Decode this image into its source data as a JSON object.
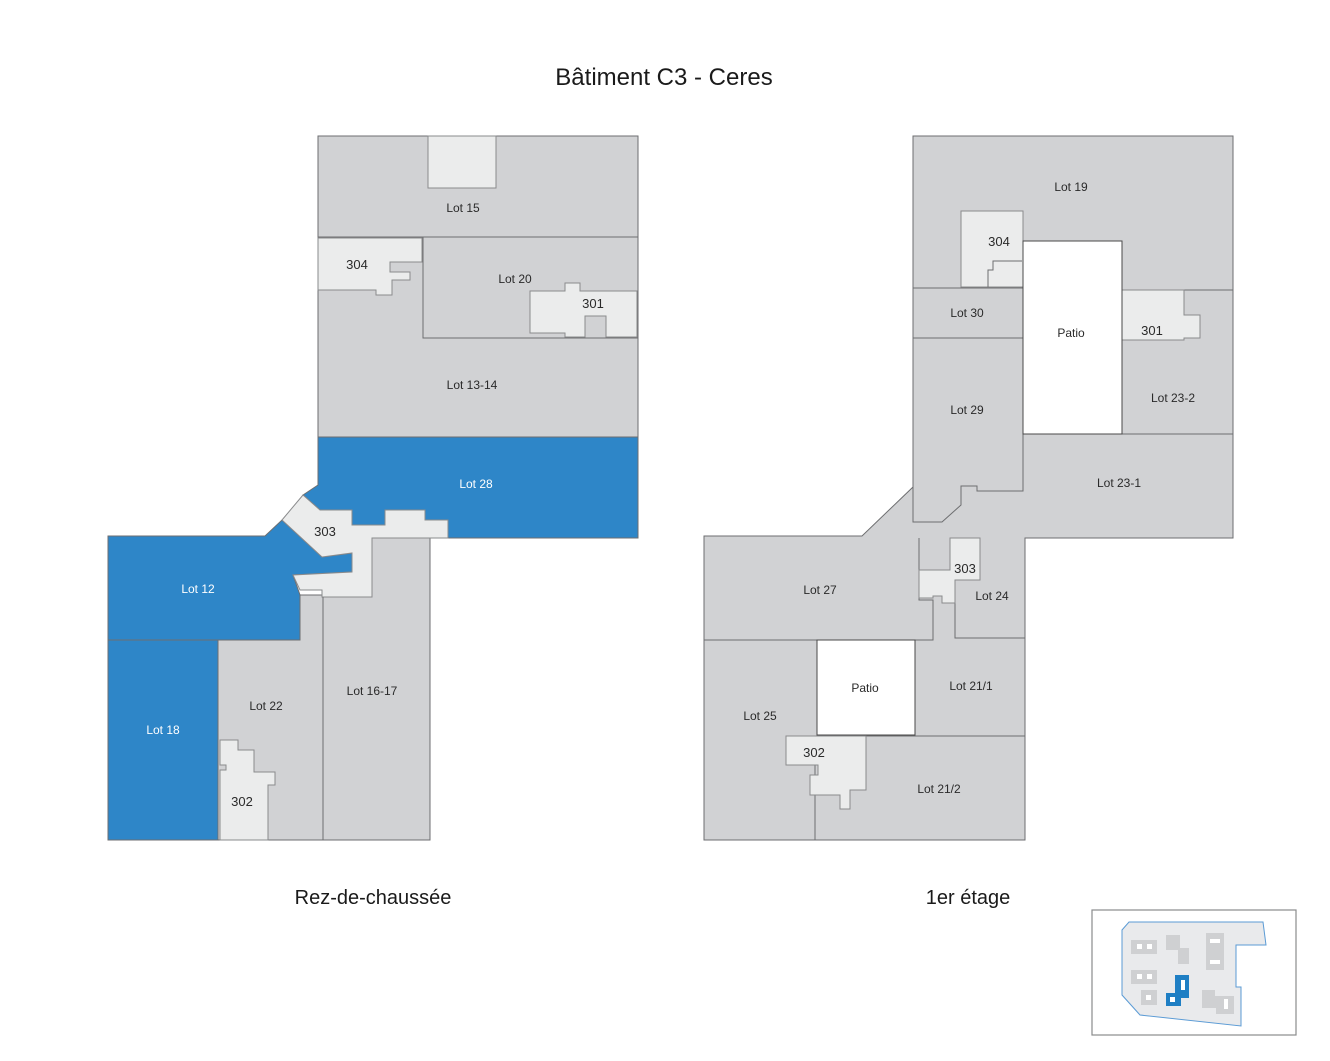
{
  "title": "Bâtiment C3 - Ceres",
  "colors": {
    "available": "#2e86c8",
    "lot": "#d1d2d4",
    "common": "#ebecec"
  },
  "ground_floor": {
    "name": "Rez-de-chaussée",
    "lots": {
      "lot15": "Lot 15",
      "lot20": "Lot 20",
      "lot13_14": "Lot 13-14",
      "lot28": "Lot 28",
      "lot12": "Lot 12",
      "lot18": "Lot 18",
      "lot22": "Lot 22",
      "lot16_17": "Lot 16-17",
      "r304": "304",
      "r301": "301",
      "r303": "303",
      "r302": "302"
    }
  },
  "first_floor": {
    "name": "1er étage",
    "lots": {
      "lot19": "Lot 19",
      "lot30": "Lot 30",
      "lot29": "Lot 29",
      "patio1": "Patio",
      "lot23_2": "Lot 23-2",
      "lot23_1": "Lot 23-1",
      "lot27": "Lot 27",
      "lot24": "Lot 24",
      "patio2": "Patio",
      "lot21_1": "Lot 21/1",
      "lot25": "Lot 25",
      "lot21_2": "Lot 21/2",
      "r304": "304",
      "r301": "301",
      "r303": "303",
      "r302": "302"
    }
  }
}
